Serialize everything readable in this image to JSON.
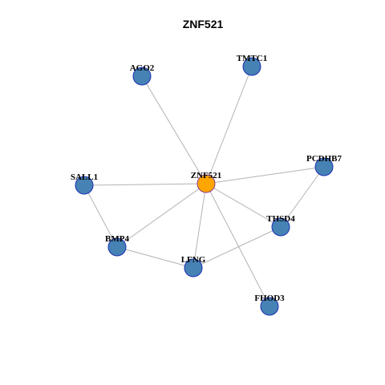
{
  "title": "ZNF521",
  "colors": {
    "hub_fill": "#FFA500",
    "hub_stroke": "#8B3A8B",
    "node_fill": "#4682B4",
    "node_stroke": "#1C2FB5",
    "edge": "#B3B3B3"
  },
  "nodes": [
    {
      "id": "ZNF521",
      "label": "ZNF521",
      "hub": true
    },
    {
      "id": "AGO2",
      "label": "AGO2"
    },
    {
      "id": "TMTC1",
      "label": "TMTC1"
    },
    {
      "id": "PCDHB7",
      "label": "PCDHB7"
    },
    {
      "id": "SALL1",
      "label": "SALL1"
    },
    {
      "id": "THSD4",
      "label": "THSD4"
    },
    {
      "id": "BMP4",
      "label": "BMP4"
    },
    {
      "id": "LFNG",
      "label": "LFNG"
    },
    {
      "id": "FHOD3",
      "label": "FHOD3"
    }
  ],
  "edges": [
    [
      "ZNF521",
      "AGO2"
    ],
    [
      "ZNF521",
      "TMTC1"
    ],
    [
      "ZNF521",
      "PCDHB7"
    ],
    [
      "ZNF521",
      "SALL1"
    ],
    [
      "ZNF521",
      "THSD4"
    ],
    [
      "ZNF521",
      "BMP4"
    ],
    [
      "ZNF521",
      "LFNG"
    ],
    [
      "ZNF521",
      "FHOD3"
    ],
    [
      "PCDHB7",
      "THSD4"
    ],
    [
      "SALL1",
      "BMP4"
    ],
    [
      "BMP4",
      "LFNG"
    ],
    [
      "LFNG",
      "THSD4"
    ]
  ]
}
